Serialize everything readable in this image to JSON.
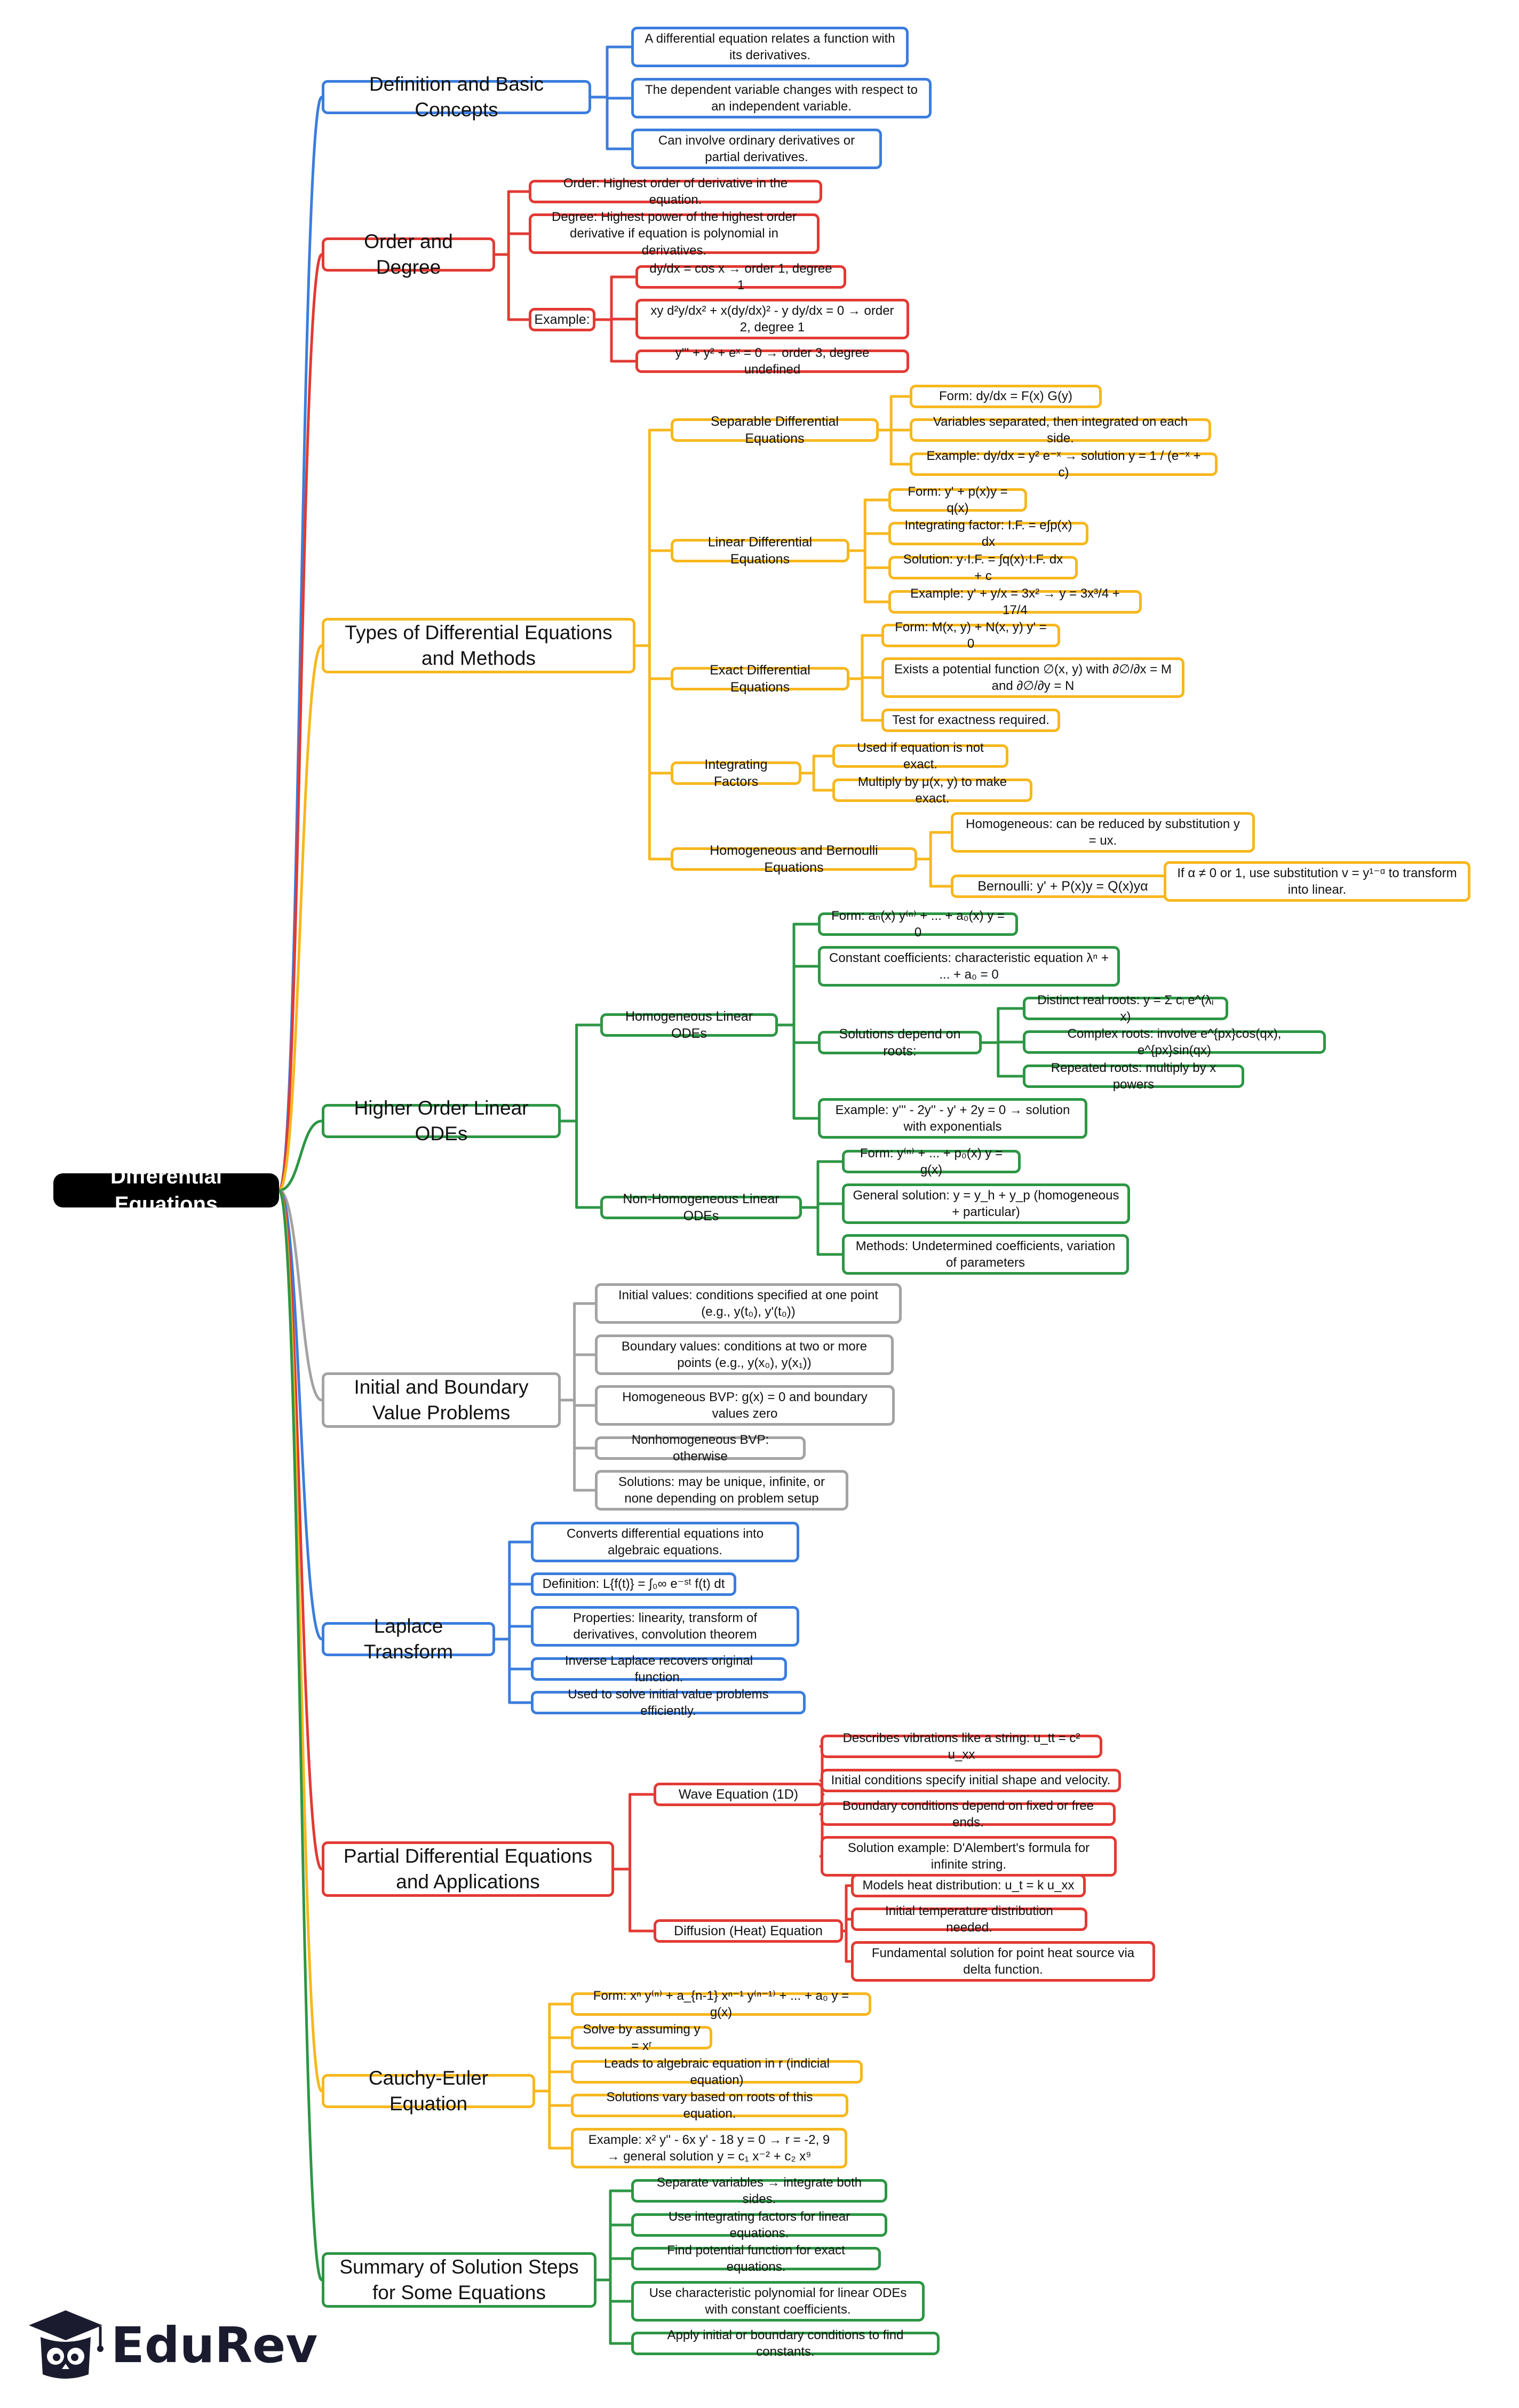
{
  "root": "Differential Equations",
  "brand": "EduRev",
  "colors": {
    "blue": "#3b7ddd",
    "red": "#e23a34",
    "yellow": "#f7b71d",
    "green": "#2d9645",
    "grey": "#a3a3a3"
  },
  "topics": [
    {
      "title": "Definition and Basic Concepts",
      "children": [
        {
          "text": "A differential equation relates a function with its derivatives."
        },
        {
          "text": "The dependent variable changes with respect to an independent variable."
        },
        {
          "text": "Can involve ordinary derivatives or partial derivatives."
        }
      ]
    },
    {
      "title": "Order and Degree",
      "children": [
        {
          "text": "Order: Highest order of derivative in the equation."
        },
        {
          "text": "Degree: Highest power of the highest order derivative if equation is polynomial in derivatives."
        },
        {
          "text": "Example:",
          "children": [
            {
              "text": "dy/dx = cos x → order 1, degree 1"
            },
            {
              "text": "xy d²y/dx² + x(dy/dx)² - y dy/dx = 0 → order 2, degree 1"
            },
            {
              "text": "y''' + y² + eˣ = 0 → order 3, degree undefined"
            }
          ]
        }
      ]
    },
    {
      "title": "Types of Differential Equations and Methods",
      "children": [
        {
          "text": "Separable Differential Equations",
          "children": [
            {
              "text": "Form: dy/dx = F(x) G(y)"
            },
            {
              "text": "Variables separated, then integrated on each side."
            },
            {
              "text": "Example: dy/dx = y² e⁻ˣ → solution y = 1 / (e⁻ˣ + c)"
            }
          ]
        },
        {
          "text": "Linear Differential Equations",
          "children": [
            {
              "text": "Form: y' + p(x)y = q(x)"
            },
            {
              "text": "Integrating factor: I.F. = e∫p(x) dx"
            },
            {
              "text": "Solution: y·I.F. = ∫q(x)·I.F. dx + c"
            },
            {
              "text": "Example: y' + y/x = 3x² → y = 3x³/4 + 17/4"
            }
          ]
        },
        {
          "text": "Exact Differential Equations",
          "children": [
            {
              "text": "Form: M(x, y) + N(x, y) y' = 0"
            },
            {
              "text": "Exists a potential function ∅(x, y) with ∂∅/∂x = M and ∂∅/∂y = N"
            },
            {
              "text": "Test for exactness required."
            }
          ]
        },
        {
          "text": "Integrating Factors",
          "children": [
            {
              "text": "Used if equation is not exact."
            },
            {
              "text": "Multiply by μ(x, y) to make exact."
            }
          ]
        },
        {
          "text": "Homogeneous and Bernoulli Equations",
          "children": [
            {
              "text": "Homogeneous: can be reduced by substitution y = ux."
            },
            {
              "text": "Bernoulli: y' + P(x)y = Q(x)yα",
              "children": [
                {
                  "text": "If α ≠ 0 or 1, use substitution v = y¹⁻ᵅ to transform into linear."
                }
              ]
            }
          ]
        }
      ]
    },
    {
      "title": "Higher Order Linear ODEs",
      "children": [
        {
          "text": "Homogeneous Linear ODEs",
          "children": [
            {
              "text": "Form: aₙ(x) y⁽ⁿ⁾ + ... + a₀(x) y = 0"
            },
            {
              "text": "Constant coefficients: characteristic equation λⁿ + ... + a₀ = 0"
            },
            {
              "text": "Solutions depend on roots:",
              "children": [
                {
                  "text": "Distinct real roots: y = Σ cᵢ e^(λᵢ x)"
                },
                {
                  "text": "Complex roots: involve e^{px}cos(qx), e^{px}sin(qx)"
                },
                {
                  "text": "Repeated roots: multiply by x powers"
                }
              ]
            },
            {
              "text": "Example: y''' - 2y'' - y' + 2y = 0 → solution with exponentials"
            }
          ]
        },
        {
          "text": "Non-Homogeneous Linear ODEs",
          "children": [
            {
              "text": "Form: y⁽ⁿ⁾ + ... + p₀(x) y = g(x)"
            },
            {
              "text": "General solution: y = y_h + y_p (homogeneous + particular)"
            },
            {
              "text": "Methods: Undetermined coefficients, variation of parameters"
            }
          ]
        }
      ]
    },
    {
      "title": "Initial and Boundary Value Problems",
      "children": [
        {
          "text": "Initial values: conditions specified at one point (e.g., y(t₀), y'(t₀))"
        },
        {
          "text": "Boundary values: conditions at two or more points (e.g., y(x₀), y(x₁))"
        },
        {
          "text": "Homogeneous BVP: g(x) = 0 and boundary values zero"
        },
        {
          "text": "Nonhomogeneous BVP: otherwise"
        },
        {
          "text": "Solutions: may be unique, infinite, or none depending on problem setup"
        }
      ]
    },
    {
      "title": "Laplace Transform",
      "children": [
        {
          "text": "Converts differential equations into algebraic equations."
        },
        {
          "text": "Definition: L{f(t)} = ∫₀∞ e⁻ˢᵗ f(t) dt"
        },
        {
          "text": "Properties: linearity, transform of derivatives, convolution theorem"
        },
        {
          "text": "Inverse Laplace recovers original function."
        },
        {
          "text": "Used to solve initial value problems efficiently."
        }
      ]
    },
    {
      "title": "Partial Differential Equations and Applications",
      "children": [
        {
          "text": "Wave Equation (1D)",
          "children": [
            {
              "text": "Describes vibrations like a string: u_tt = c² u_xx"
            },
            {
              "text": "Initial conditions specify initial shape and velocity."
            },
            {
              "text": "Boundary conditions depend on fixed or free ends."
            },
            {
              "text": "Solution example: D'Alembert's formula for infinite string."
            }
          ]
        },
        {
          "text": "Diffusion (Heat) Equation",
          "children": [
            {
              "text": "Models heat distribution: u_t = k u_xx"
            },
            {
              "text": "Initial temperature distribution needed."
            },
            {
              "text": "Fundamental solution for point heat source via delta function."
            }
          ]
        }
      ]
    },
    {
      "title": "Cauchy-Euler Equation",
      "children": [
        {
          "text": "Form: xⁿ y⁽ⁿ⁾ + a_{n-1} xⁿ⁻¹ y⁽ⁿ⁻¹⁾ + ... + a₀ y = g(x)"
        },
        {
          "text": "Solve by assuming y = xʳ"
        },
        {
          "text": "Leads to algebraic equation in r (indicial equation)"
        },
        {
          "text": "Solutions vary based on roots of this equation."
        },
        {
          "text": "Example: x² y'' - 6x y' - 18 y = 0 → r = -2, 9 → general solution y = c₁ x⁻² + c₂ x⁹"
        }
      ]
    },
    {
      "title": "Summary of Solution Steps for Some Equations",
      "children": [
        {
          "text": "Separate variables → integrate both sides."
        },
        {
          "text": "Use integrating factors for linear equations."
        },
        {
          "text": "Find potential function for exact equations."
        },
        {
          "text": "Use characteristic polynomial for linear ODEs with constant coefficients."
        },
        {
          "text": "Apply initial or boundary conditions to find constants."
        }
      ]
    }
  ]
}
